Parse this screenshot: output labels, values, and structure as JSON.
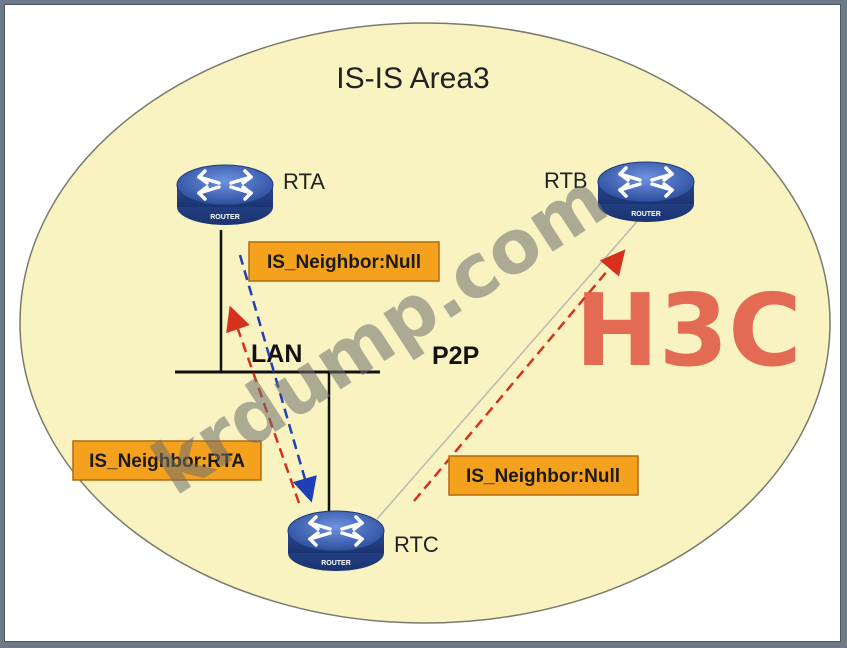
{
  "title": "IS-IS Area3",
  "routers": {
    "rta": {
      "name": "RTA",
      "caption": "ROUTER"
    },
    "rtb": {
      "name": "RTB",
      "caption": "ROUTER"
    },
    "rtc": {
      "name": "RTC",
      "caption": "ROUTER"
    }
  },
  "links": {
    "lan_label": "LAN",
    "p2p_label": "P2P"
  },
  "boxes": {
    "rta_neighbor": "IS_Neighbor:Null",
    "rtc_neighbor": "IS_Neighbor:RTA",
    "p2p_neighbor": "IS_Neighbor:Null"
  },
  "watermarks": {
    "site": "krdump.com",
    "brand": "H3C"
  },
  "colors": {
    "area_fill": "#f8f3c0",
    "router_blue": "#2f56a8",
    "box_fill": "#f4a21e",
    "arrow_red": "#d6301e",
    "arrow_blue": "#1f3fb8",
    "brand_red": "#e0523f",
    "watermark_gray": "#6e6e6e"
  }
}
